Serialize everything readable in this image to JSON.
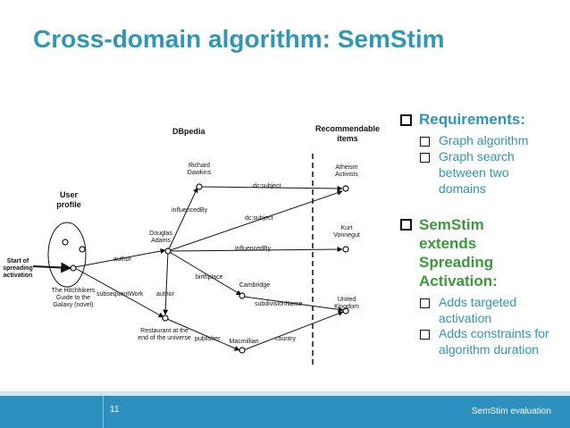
{
  "slide": {
    "title": "Cross-domain algorithm: SemStim",
    "page_number": "11",
    "footer_label": "SemStim evaluation"
  },
  "diagram": {
    "headers": {
      "dbpedia": "DBpedia",
      "recommendable": "Recommendable\nitems",
      "user_profile": "User\nprofile"
    },
    "start_label": "Start of\nspreading\nactivation",
    "nodes": {
      "hitchhikers": "The Hitchhikers\nGuide to the\nGalaxy (novel)",
      "douglas": "Douglas\nAdams",
      "dawkins": "Richard\nDawkins",
      "restaurant": "Restaurant at the\nend of the universe",
      "macmillian": "Macmillian",
      "cambridge": "Cambridge",
      "atheism": "Atheism\nActivists",
      "vonnegut": "Kurt\nVonnegut",
      "uk": "United\nKingdom"
    },
    "edges": {
      "author1": "author",
      "author2": "author",
      "subsequent": "subsequentWork",
      "influencedBy1": "influencedBy",
      "influencedBy2": "influencedBy",
      "dcsubject1": "dc:subject",
      "dcsubject2": "dc:subject",
      "birthplace": "birthplace",
      "subdivision": "subdivisionName",
      "publisher": "publisher",
      "country": "country"
    }
  },
  "bullets": {
    "requirements": "Requirements:",
    "req_items": [
      "Graph algorithm",
      "Graph search between two domains"
    ],
    "semstim": "SemStim extends Spreading Activation:",
    "sem_items": [
      "Adds targeted activation",
      "Adds constraints for algorithm duration"
    ]
  },
  "colors": {
    "accent": "#2f96b4",
    "green": "#3a9a3a",
    "footer": "#2c8fbd"
  }
}
